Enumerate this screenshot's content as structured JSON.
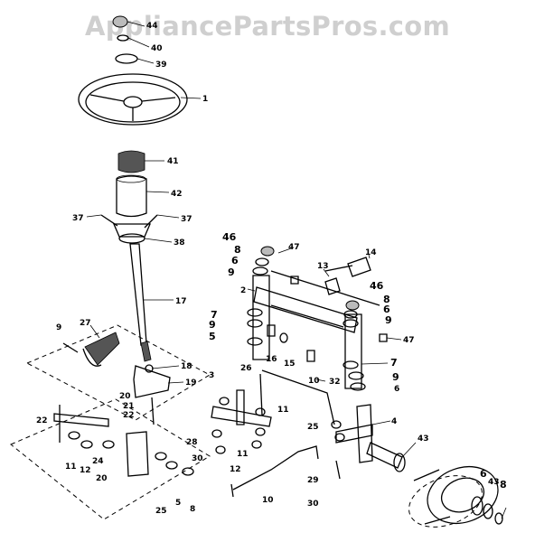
{
  "watermark": "AppliancePartsPros.com",
  "callouts": {
    "c_top_44": "44",
    "c_40": "40",
    "c_39": "39",
    "c_1": "1",
    "c_41": "41",
    "c_42": "42",
    "c_37_left": "37",
    "c_37_right": "37",
    "c_38": "38",
    "c_17": "17",
    "c_9_left": "9",
    "c_27": "27",
    "c_18": "18",
    "c_19": "19",
    "c_20_a": "20",
    "c_21": "21",
    "c_22_a": "22",
    "c_22_b": "22",
    "c_11_a": "11",
    "c_12_a": "12",
    "c_24": "24",
    "c_20_b": "20",
    "c_25_a": "25",
    "c_5_a": "5",
    "c_8_a": "8",
    "c_46_a": "46",
    "c_8_b": "8",
    "c_6_a": "6",
    "c_9_a": "9",
    "c_47_a": "47",
    "c_14": "14",
    "c_13": "13",
    "c_2": "2",
    "c_7_a": "7",
    "c_9_b": "9",
    "c_5_b": "5",
    "c_16": "16",
    "c_15": "15",
    "c_46_b": "46",
    "c_8_c": "8",
    "c_6_b": "6",
    "c_9_c": "9",
    "c_47_b": "47",
    "c_3": "3",
    "c_26": "26",
    "c_10_a": "10",
    "c_32": "32",
    "c_7_b": "7",
    "c_9_d": "9",
    "c_6_c": "6",
    "c_11_b": "11",
    "c_25_b": "25",
    "c_4": "4",
    "c_28": "28",
    "c_30_a": "30",
    "c_11_c": "11",
    "c_12_b": "12",
    "c_10_b": "10",
    "c_29": "29",
    "c_30_b": "30",
    "c_43_a": "43",
    "c_6_d": "6",
    "c_43_b": "43",
    "c_8_d": "8"
  }
}
